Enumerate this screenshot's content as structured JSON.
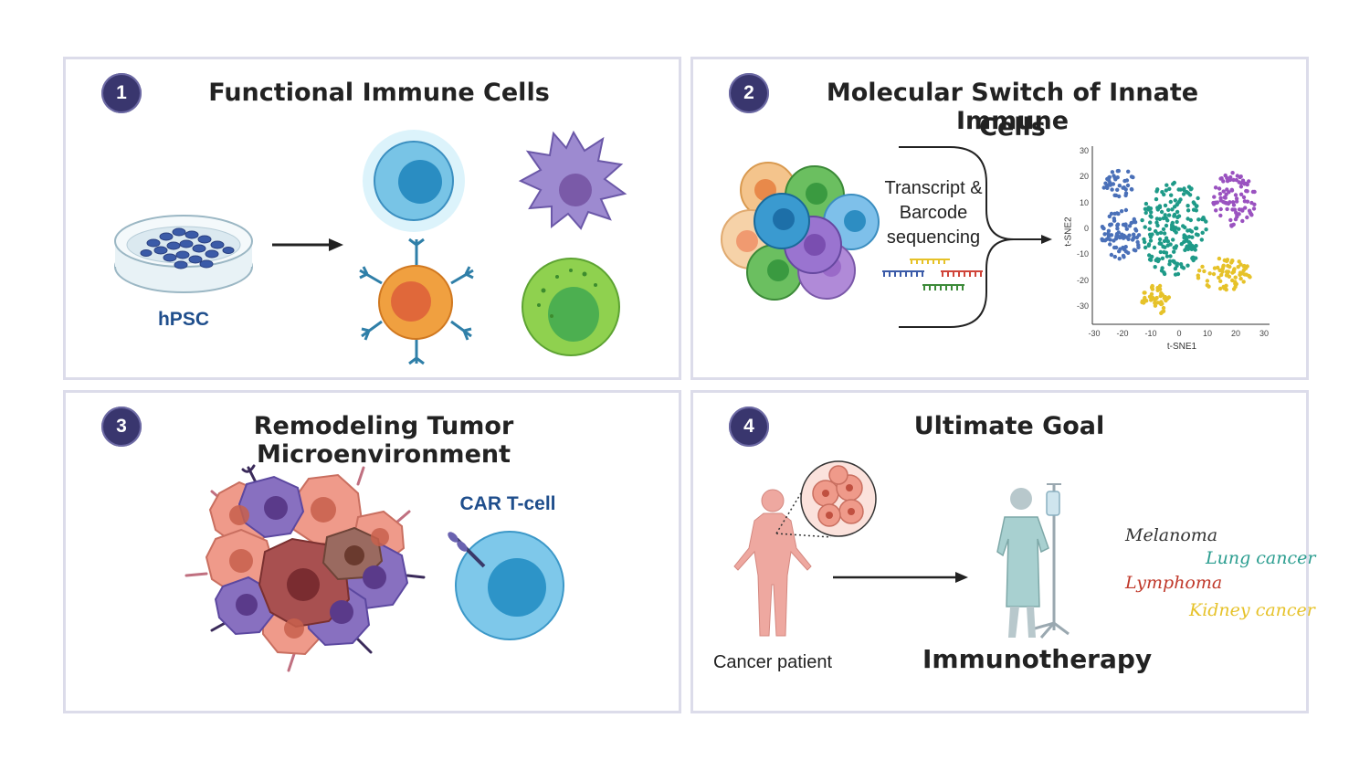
{
  "panels": [
    {
      "number": "1",
      "title": "Functional Immune Cells",
      "source_label": "hPSC"
    },
    {
      "number": "2",
      "title_line1": "Molecular Switch of Innate Immune",
      "title_line2": "Cells",
      "seq_text": [
        "Transcript &",
        "Barcode",
        "sequencing"
      ],
      "plot": {
        "xlabel": "t-SNE1",
        "ylabel": "t-SNE2",
        "xticks": [
          "-30",
          "-20",
          "-10",
          "0",
          "10",
          "20",
          "30"
        ],
        "yticks": [
          "30",
          "20",
          "10",
          "0",
          "-10",
          "-20",
          "-30"
        ]
      }
    },
    {
      "number": "3",
      "title": "Remodeling Tumor Microenvironment",
      "car_label": "CAR T-cell"
    },
    {
      "number": "4",
      "title": "Ultimate Goal",
      "patient_label": "Cancer patient",
      "therapy_label": "Immunotherapy",
      "diseases": [
        {
          "name": "Melanoma",
          "color": "#333333"
        },
        {
          "name": "Lung cancer",
          "color": "#2a9d8f"
        },
        {
          "name": "Lymphoma",
          "color": "#c0392b"
        },
        {
          "name": "Kidney cancer",
          "color": "#e6c229"
        }
      ]
    }
  ],
  "colors": {
    "badge": "#39366e",
    "label_blue": "#1f4e8c",
    "border": "#dcdcea"
  }
}
